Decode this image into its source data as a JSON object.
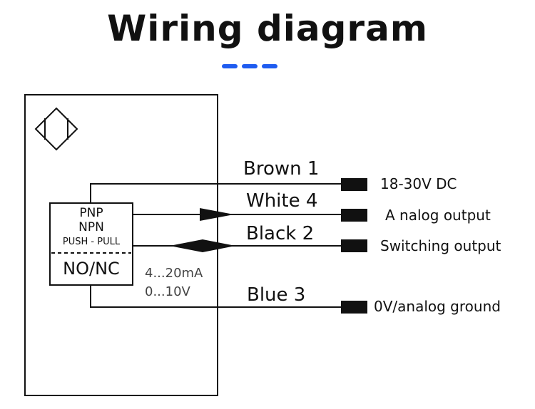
{
  "title": "Wiring diagram",
  "accent_color": "#1f5cf0",
  "sensor": {
    "symbol_icon": "inductive-sensor-diamond-icon",
    "output_types": [
      "PNP",
      "NPN",
      "PUSH - PULL"
    ],
    "contact": "NO/NC",
    "analog_ranges": [
      "4...20mA",
      "0...10V"
    ]
  },
  "wires": [
    {
      "color": "Brown 1",
      "terminal": "18-30V DC"
    },
    {
      "color": "White 4",
      "terminal": "A nalog output"
    },
    {
      "color": "Black 2",
      "terminal": "Switching output"
    },
    {
      "color": "Blue 3",
      "terminal": "0V/analog ground"
    }
  ]
}
